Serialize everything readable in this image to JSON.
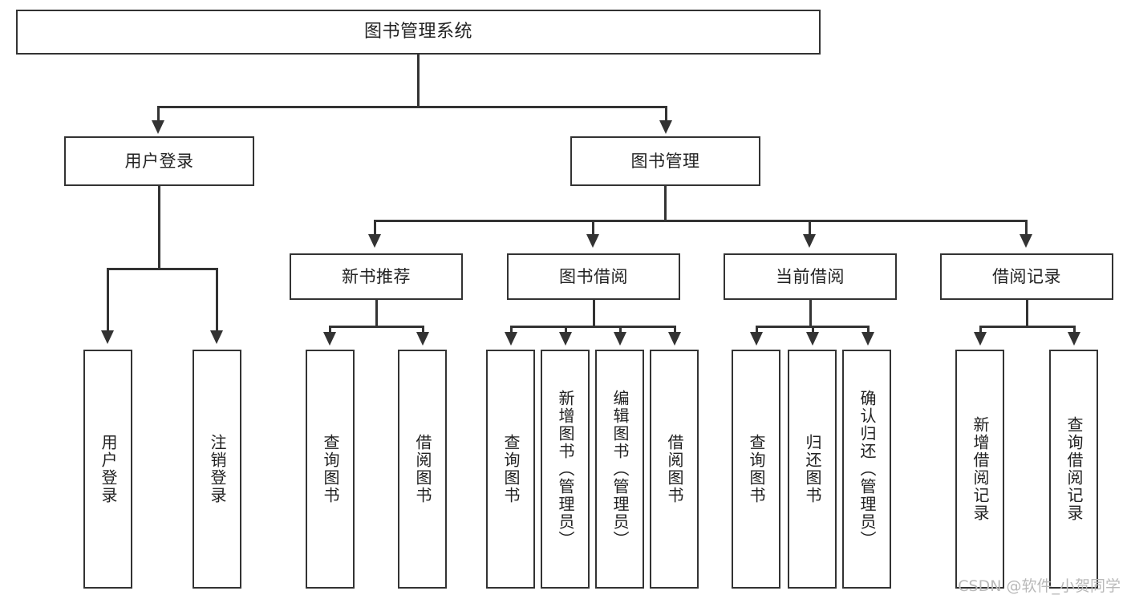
{
  "diagram": {
    "title": "图书管理系统",
    "type": "tree",
    "root": {
      "label": "图书管理系统"
    },
    "level2": [
      {
        "id": "user-login",
        "label": "用户登录"
      },
      {
        "id": "book-management",
        "label": "图书管理"
      }
    ],
    "level3": [
      {
        "id": "new-book-recommend",
        "label": "新书推荐",
        "parent": "book-management"
      },
      {
        "id": "book-borrow",
        "label": "图书借阅",
        "parent": "book-management"
      },
      {
        "id": "current-borrow",
        "label": "当前借阅",
        "parent": "book-management"
      },
      {
        "id": "borrow-record",
        "label": "借阅记录",
        "parent": "book-management"
      }
    ],
    "leaves": [
      {
        "id": "leaf-user-login",
        "label": "用户登录",
        "parent": "user-login"
      },
      {
        "id": "leaf-logout-login",
        "label": "注销登录",
        "parent": "user-login"
      },
      {
        "id": "leaf-query-book-1",
        "label": "查询图书",
        "parent": "new-book-recommend"
      },
      {
        "id": "leaf-borrow-book-1",
        "label": "借阅图书",
        "parent": "new-book-recommend"
      },
      {
        "id": "leaf-query-book-2",
        "label": "查询图书",
        "parent": "book-borrow"
      },
      {
        "id": "leaf-add-book",
        "label": "新增图书（管理员）",
        "parent": "book-borrow"
      },
      {
        "id": "leaf-edit-book",
        "label": "编辑图书（管理员）",
        "parent": "book-borrow"
      },
      {
        "id": "leaf-borrow-book-2",
        "label": "借阅图书",
        "parent": "book-borrow"
      },
      {
        "id": "leaf-query-book-3",
        "label": "查询图书",
        "parent": "current-borrow"
      },
      {
        "id": "leaf-return-book",
        "label": "归还图书",
        "parent": "current-borrow"
      },
      {
        "id": "leaf-confirm-return",
        "label": "确认归还（管理员）",
        "parent": "current-borrow"
      },
      {
        "id": "leaf-add-record",
        "label": "新增借阅记录",
        "parent": "borrow-record"
      },
      {
        "id": "leaf-query-record",
        "label": "查询借阅记录",
        "parent": "borrow-record"
      }
    ],
    "colors": {
      "stroke": "#333333",
      "fill": "#ffffff",
      "text": "#222222",
      "watermark": "#b9b9b9"
    }
  },
  "watermark": {
    "text": "CSDN @软件_小贺同学"
  }
}
